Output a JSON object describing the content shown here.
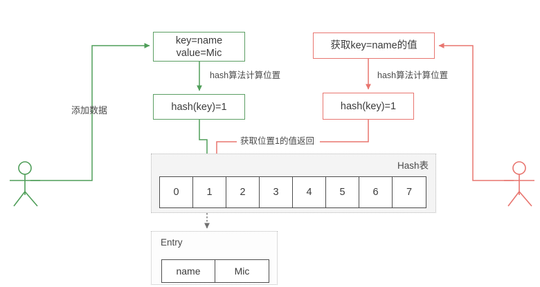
{
  "actors": {
    "left": {
      "name": "producer-actor",
      "color": "#4f9e59"
    },
    "right": {
      "name": "consumer-actor",
      "color": "#e8756f"
    }
  },
  "colors": {
    "green": "#4f9e59",
    "red": "#e8756f",
    "gray_text": "#4a4a4a",
    "cell_border": "#4d4d4d",
    "panel_bg": "#f4f4f4",
    "panel_border": "#b9b9b9"
  },
  "write_flow": {
    "actor_label": "添加数据",
    "input_box": "key=name\nvalue=Mic",
    "hash_label": "hash算法计算位置",
    "hash_box": "hash(key)=1"
  },
  "read_flow": {
    "request_box": "获取key=name的值",
    "hash_label": "hash算法计算位置",
    "hash_box": "hash(key)=1",
    "return_label": "获取位置1的值返回"
  },
  "hash_table": {
    "title": "Hash表",
    "cells": [
      "0",
      "1",
      "2",
      "3",
      "4",
      "5",
      "6",
      "7"
    ]
  },
  "entry": {
    "title": "Entry",
    "key": "name",
    "value": "Mic"
  }
}
